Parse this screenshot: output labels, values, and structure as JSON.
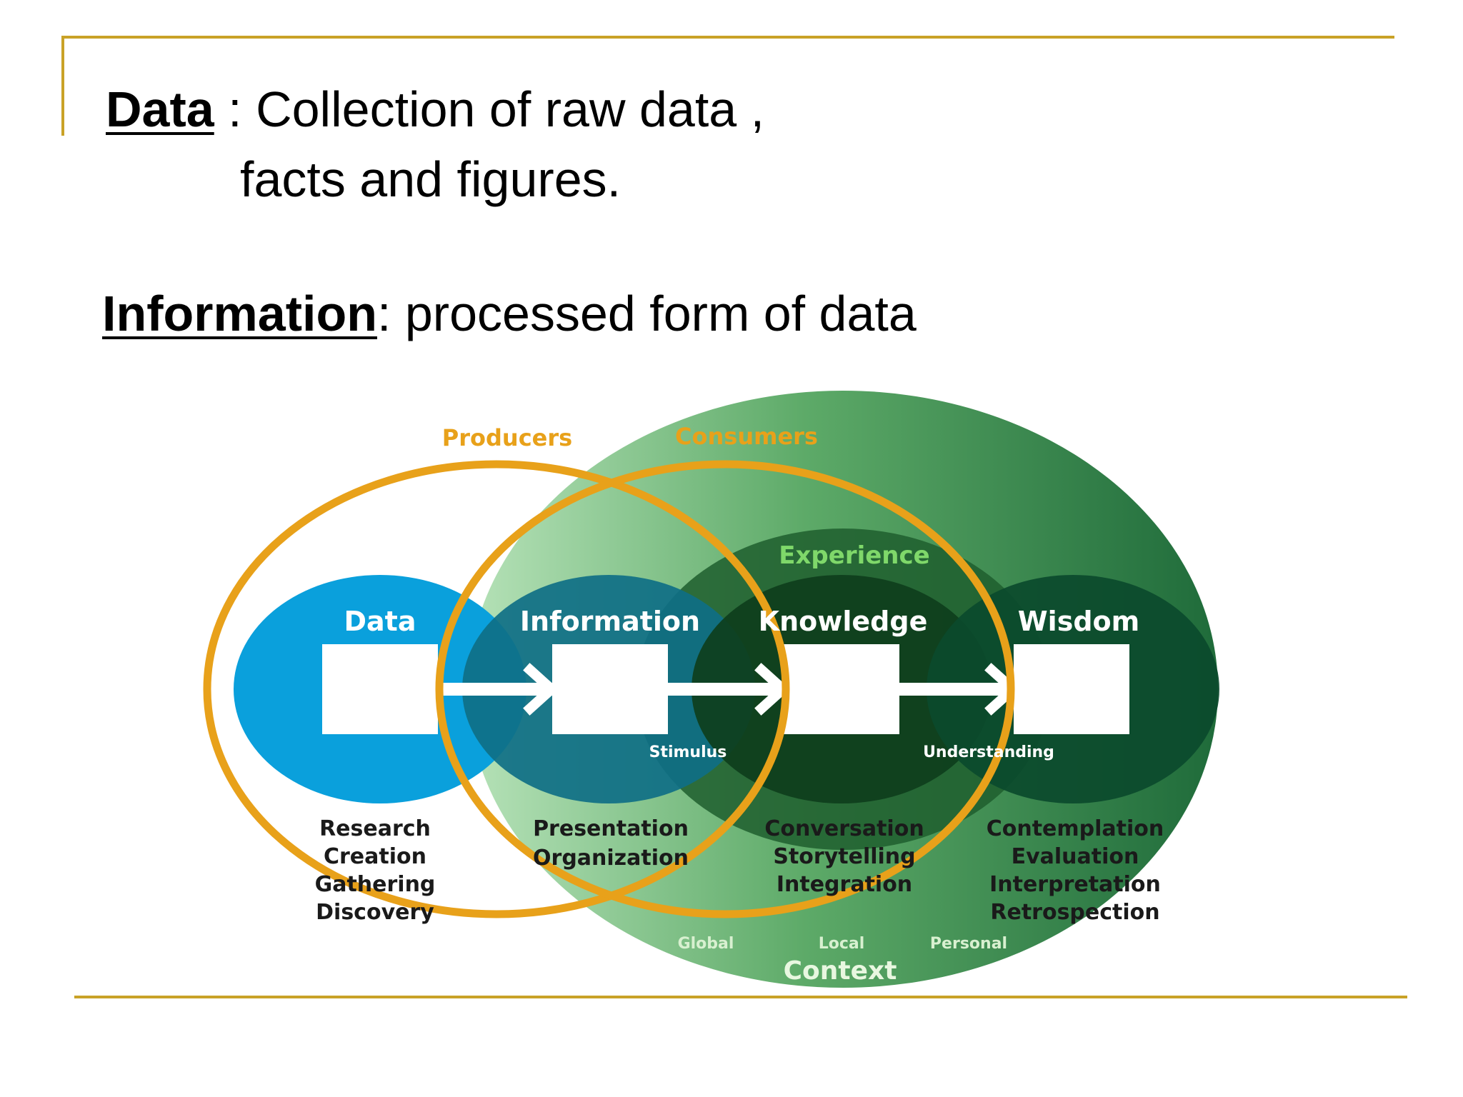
{
  "slide": {
    "data_term": "Data",
    "data_definition_line1": " : Collection of raw data ,",
    "data_definition_line2": "facts and figures.",
    "information_term": "Information",
    "information_definition": ": processed form of data"
  },
  "diagram": {
    "producers": "Producers",
    "consumers": "Consumers",
    "experience": "Experience",
    "stages": [
      {
        "title": "Data",
        "activities": [
          "Research",
          "Creation",
          "Gathering",
          "Discovery"
        ]
      },
      {
        "title": "Information",
        "activities": [
          "Presentation",
          "Organization"
        ]
      },
      {
        "title": "Knowledge",
        "activities": [
          "Conversation",
          "Storytelling",
          "Integration"
        ]
      },
      {
        "title": "Wisdom",
        "activities": [
          "Contemplation",
          "Evaluation",
          "Interpretation",
          "Retrospection"
        ]
      }
    ],
    "stimulus": "Stimulus",
    "understanding": "Understanding",
    "context_levels": [
      "Global",
      "Local",
      "Personal"
    ],
    "context": "Context",
    "colors": {
      "rule": "#c9a227",
      "orange_ring": "#e8a11a",
      "data_blue": "#0aa0dc",
      "info_teal": "#0f6f86",
      "knowledge_green": "#0e3e1c",
      "wisdom_green": "#0b4a2c",
      "context_green": "#3f8f52",
      "experience_text": "#7fd86a",
      "white": "#ffffff"
    }
  }
}
